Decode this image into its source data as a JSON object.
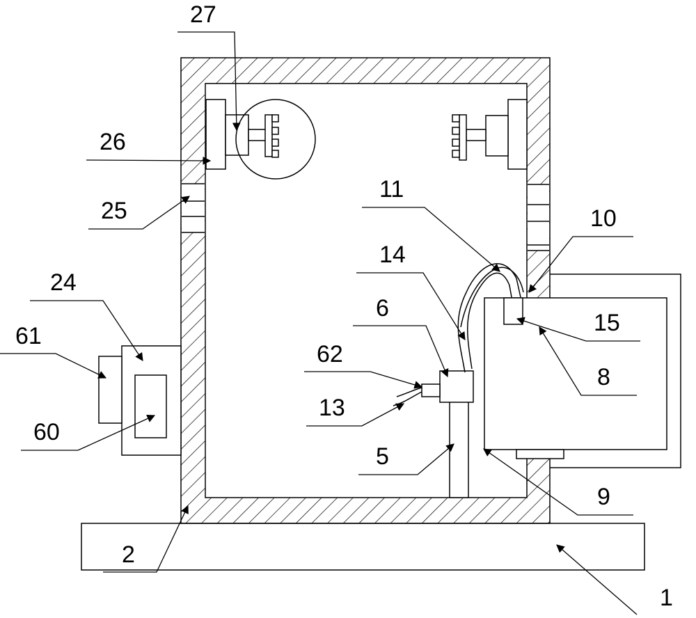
{
  "labels": {
    "l1": "1",
    "l2": "2",
    "l5": "5",
    "l6": "6",
    "l8": "8",
    "l9": "9",
    "l10": "10",
    "l11": "11",
    "l13": "13",
    "l14": "14",
    "l15": "15",
    "l24": "24",
    "l25": "25",
    "l26": "26",
    "l27": "27",
    "l60": "60",
    "l61": "61",
    "l62": "62"
  },
  "colors": {
    "line": "#000000",
    "background": "#ffffff"
  }
}
